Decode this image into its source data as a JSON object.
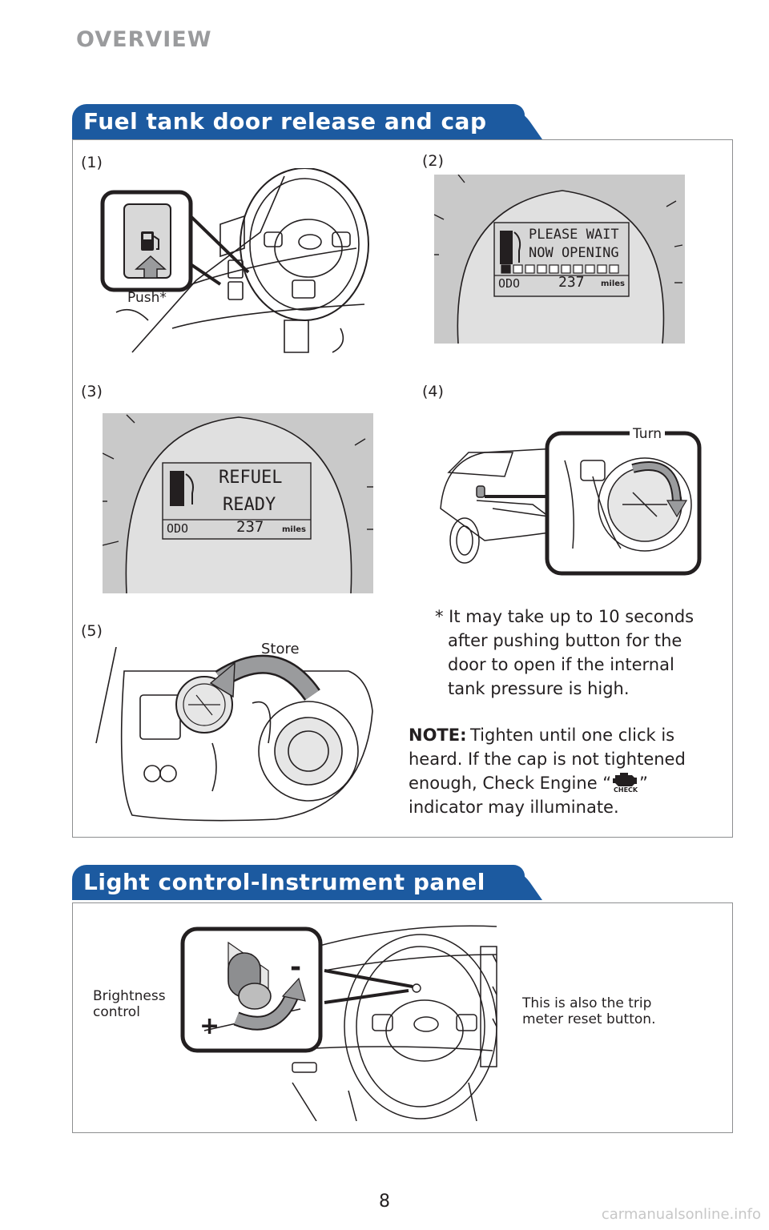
{
  "header": {
    "section": "OVERVIEW"
  },
  "fuel_section": {
    "title": "Fuel tank door release and cap",
    "steps": {
      "s1": "(1)",
      "s2": "(2)",
      "s3": "(3)",
      "s4": "(4)",
      "s5": "(5)"
    },
    "push_label": "Push*",
    "display2": {
      "line1": "PLEASE WAIT",
      "line2": "NOW OPENING",
      "odo": "ODO",
      "odo_value": "237",
      "unit": "miles"
    },
    "display3": {
      "line1": "REFUEL",
      "line2": "READY",
      "odo": "ODO",
      "odo_value": "237",
      "unit": "miles"
    },
    "turn_label": "Turn",
    "store_label": "Store",
    "footnote": {
      "line1": "* It may take up to 10 seconds",
      "line2": "after pushing button for the",
      "line3": "door to open if the internal",
      "line4": "tank pressure is high."
    },
    "note": {
      "label": "NOTE:",
      "line1": "Tighten until one click is",
      "line2": "heard. If the cap is not tightened",
      "line3_pre": "enough, Check Engine “",
      "line3_post": "”",
      "line4": "indicator may illuminate.",
      "check_icon_label": "CHECK"
    }
  },
  "light_section": {
    "title": "Light control-Instrument panel",
    "brightness": {
      "line1": "Brightness",
      "line2": "control"
    },
    "minus": "-",
    "plus": "+",
    "trip_note": {
      "line1": "This is also the trip",
      "line2": "meter reset button."
    }
  },
  "footer": {
    "page_number": "8",
    "watermark": "carmanualsonline.info"
  },
  "colors": {
    "accent_blue": "#1c5aa0",
    "lcd_bg": "#d6d6d6",
    "illustration_bg": "#c9c9c9"
  }
}
